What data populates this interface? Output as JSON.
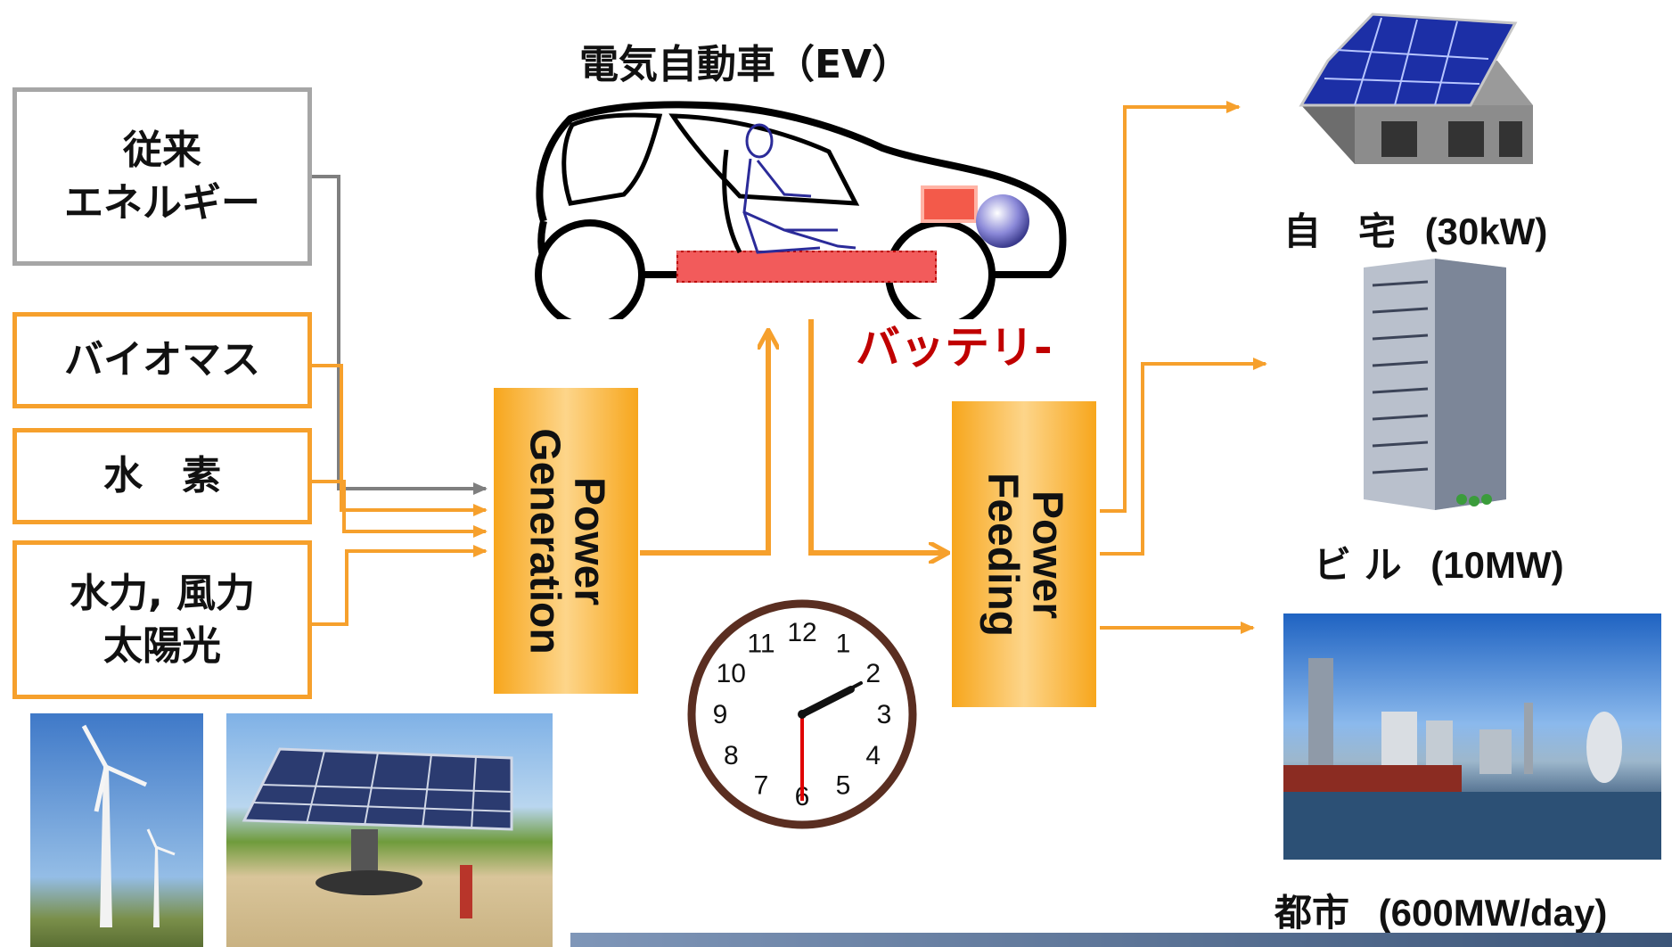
{
  "ev": {
    "title": "電気自動車（EV）",
    "battery_label": "バッテリ-"
  },
  "sources": {
    "conventional": {
      "line1": "従来",
      "line2": "エネルギー"
    },
    "biomass": "バイオマス",
    "hydrogen": "水　素",
    "renewable": {
      "line1": "水力, 風力",
      "line2": "太陽光"
    }
  },
  "processes": {
    "generation": {
      "line1": "Power",
      "line2": "Generation"
    },
    "feeding": {
      "line1": "Power",
      "line2": "Feeding"
    }
  },
  "destinations": {
    "home": {
      "name": "自　宅",
      "capacity": "(30kW)"
    },
    "building": {
      "name": "ビ ル",
      "capacity": "(10MW)"
    },
    "city": {
      "name": "都市",
      "capacity": "(600MW/day)"
    }
  },
  "clock": {
    "numbers": [
      "12",
      "1",
      "2",
      "3",
      "4",
      "5",
      "6",
      "7",
      "8",
      "9",
      "10",
      "11"
    ]
  },
  "colors": {
    "orange": "#f6a02c",
    "gray": "#7f7f7f",
    "battery_red": "#c00000"
  }
}
